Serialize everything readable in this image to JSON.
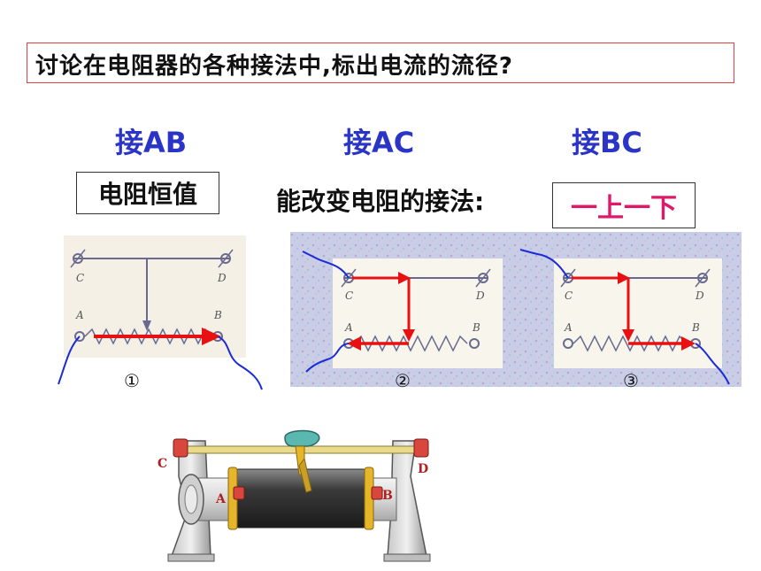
{
  "title": "讨论在电阻器的各种接法中,标出电流的流径?",
  "headers": {
    "ab": "接AB",
    "ac": "接AC",
    "bc": "接BC"
  },
  "constant_label": "电阻恒值",
  "change_label": "能改变电阻的接法:",
  "answer_label": "一上一下",
  "terminals": {
    "a": "A",
    "b": "B",
    "c": "C",
    "d": "D"
  },
  "numbers": {
    "one": "①",
    "two": "②",
    "three": "③"
  },
  "colors": {
    "header": "#2a35c8",
    "arrow": "#e81010",
    "wire": "#1a2bd8",
    "answer": "#e0186a",
    "title_border": "#e04040"
  }
}
